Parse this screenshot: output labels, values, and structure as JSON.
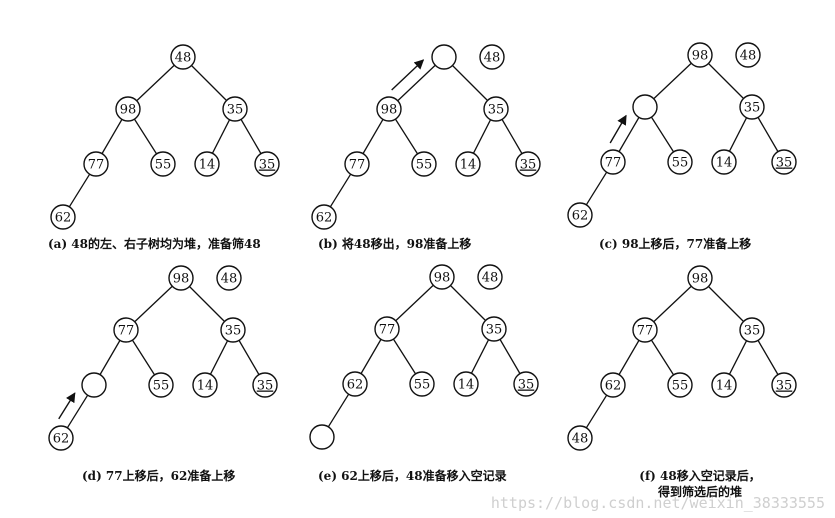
{
  "panels": [
    {
      "id": "a",
      "caption": "(a) 48的左、右子树均为堆，准备筛48",
      "nodes": [
        {
          "id": "n1",
          "value": "48"
        },
        {
          "id": "n2",
          "value": "98"
        },
        {
          "id": "n3",
          "value": "35"
        },
        {
          "id": "n4",
          "value": "77"
        },
        {
          "id": "n5",
          "value": "55"
        },
        {
          "id": "n6",
          "value": "14"
        },
        {
          "id": "n7",
          "value": "35",
          "underline": true
        },
        {
          "id": "n8",
          "value": "62"
        }
      ],
      "edges": [
        [
          "n1",
          "n2"
        ],
        [
          "n1",
          "n3"
        ],
        [
          "n2",
          "n4"
        ],
        [
          "n2",
          "n5"
        ],
        [
          "n3",
          "n6"
        ],
        [
          "n3",
          "n7"
        ],
        [
          "n4",
          "n8"
        ]
      ]
    },
    {
      "id": "b",
      "caption": "(b) 将48移出，98准备上移",
      "nodes": [
        {
          "id": "n1",
          "value": ""
        },
        {
          "id": "n2",
          "value": "98"
        },
        {
          "id": "n3",
          "value": "35"
        },
        {
          "id": "n4",
          "value": "77"
        },
        {
          "id": "n5",
          "value": "55"
        },
        {
          "id": "n6",
          "value": "14"
        },
        {
          "id": "n7",
          "value": "35",
          "underline": true
        },
        {
          "id": "n8",
          "value": "62"
        },
        {
          "id": "side",
          "value": "48"
        }
      ],
      "edges": [
        [
          "n1",
          "n2"
        ],
        [
          "n1",
          "n3"
        ],
        [
          "n2",
          "n4"
        ],
        [
          "n2",
          "n5"
        ],
        [
          "n3",
          "n6"
        ],
        [
          "n3",
          "n7"
        ],
        [
          "n4",
          "n8"
        ]
      ],
      "arrow": {
        "from": "n2",
        "to": "n1"
      }
    },
    {
      "id": "c",
      "caption": "(c) 98上移后，77准备上移",
      "nodes": [
        {
          "id": "n1",
          "value": "98"
        },
        {
          "id": "n2",
          "value": ""
        },
        {
          "id": "n3",
          "value": "35"
        },
        {
          "id": "n4",
          "value": "77"
        },
        {
          "id": "n5",
          "value": "55"
        },
        {
          "id": "n6",
          "value": "14"
        },
        {
          "id": "n7",
          "value": "35",
          "underline": true
        },
        {
          "id": "n8",
          "value": "62"
        },
        {
          "id": "side",
          "value": "48"
        }
      ],
      "edges": [
        [
          "n1",
          "n2"
        ],
        [
          "n1",
          "n3"
        ],
        [
          "n2",
          "n4"
        ],
        [
          "n2",
          "n5"
        ],
        [
          "n3",
          "n6"
        ],
        [
          "n3",
          "n7"
        ],
        [
          "n4",
          "n8"
        ]
      ],
      "arrow": {
        "from": "n4",
        "to": "n2"
      }
    },
    {
      "id": "d",
      "caption": "(d) 77上移后，62准备上移",
      "nodes": [
        {
          "id": "n1",
          "value": "98"
        },
        {
          "id": "n2",
          "value": "77"
        },
        {
          "id": "n3",
          "value": "35"
        },
        {
          "id": "n4",
          "value": ""
        },
        {
          "id": "n5",
          "value": "55"
        },
        {
          "id": "n6",
          "value": "14"
        },
        {
          "id": "n7",
          "value": "35",
          "underline": true
        },
        {
          "id": "n8",
          "value": "62"
        },
        {
          "id": "side",
          "value": "48"
        }
      ],
      "edges": [
        [
          "n1",
          "n2"
        ],
        [
          "n1",
          "n3"
        ],
        [
          "n2",
          "n4"
        ],
        [
          "n2",
          "n5"
        ],
        [
          "n3",
          "n6"
        ],
        [
          "n3",
          "n7"
        ],
        [
          "n4",
          "n8"
        ]
      ],
      "arrow": {
        "from": "n8",
        "to": "n4"
      }
    },
    {
      "id": "e",
      "caption": "(e) 62上移后，48准备移入空记录",
      "nodes": [
        {
          "id": "n1",
          "value": "98"
        },
        {
          "id": "n2",
          "value": "77"
        },
        {
          "id": "n3",
          "value": "35"
        },
        {
          "id": "n4",
          "value": "62"
        },
        {
          "id": "n5",
          "value": "55"
        },
        {
          "id": "n6",
          "value": "14"
        },
        {
          "id": "n7",
          "value": "35",
          "underline": true
        },
        {
          "id": "n8",
          "value": ""
        },
        {
          "id": "side",
          "value": "48"
        }
      ],
      "edges": [
        [
          "n1",
          "n2"
        ],
        [
          "n1",
          "n3"
        ],
        [
          "n2",
          "n4"
        ],
        [
          "n2",
          "n5"
        ],
        [
          "n3",
          "n6"
        ],
        [
          "n3",
          "n7"
        ],
        [
          "n4",
          "n8"
        ]
      ]
    },
    {
      "id": "f",
      "caption": "(f) 48移入空记录后，\n得到筛选后的堆",
      "nodes": [
        {
          "id": "n1",
          "value": "98"
        },
        {
          "id": "n2",
          "value": "77"
        },
        {
          "id": "n3",
          "value": "35"
        },
        {
          "id": "n4",
          "value": "62"
        },
        {
          "id": "n5",
          "value": "55"
        },
        {
          "id": "n6",
          "value": "14"
        },
        {
          "id": "n7",
          "value": "35",
          "underline": true
        },
        {
          "id": "n8",
          "value": "48"
        }
      ],
      "edges": [
        [
          "n1",
          "n2"
        ],
        [
          "n1",
          "n3"
        ],
        [
          "n2",
          "n4"
        ],
        [
          "n2",
          "n5"
        ],
        [
          "n3",
          "n6"
        ],
        [
          "n3",
          "n7"
        ],
        [
          "n4",
          "n8"
        ]
      ]
    }
  ],
  "watermark": "https://blog.csdn.net/weixin_38333555"
}
